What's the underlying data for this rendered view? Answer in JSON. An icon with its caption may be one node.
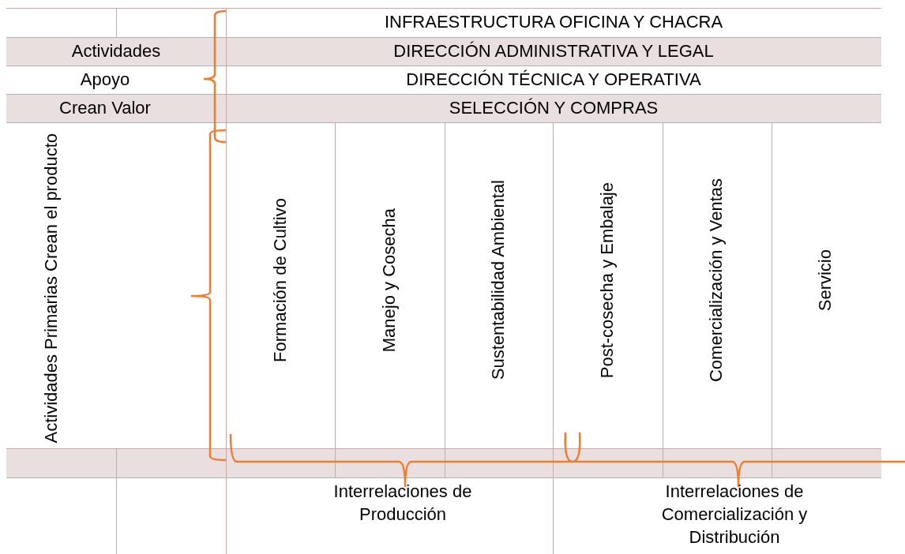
{
  "diagram": {
    "labels": [
      "INFRAESTRUCTURA OFICINA Y CHACRA",
      "Actividades",
      "DIRECCIÓN ADMINISTRATIVA Y LEGAL",
      "Apoyo",
      "DIRECCIÓN TÉCNICA Y OPERATIVA",
      "Crean Valor",
      "SELECCIÓN Y COMPRAS",
      "Actividades Primarias Crean el producto",
      "Formación de Cultivo",
      "Manejo y Cosecha",
      "Sustentabilidad Ambiental",
      "Post-cosecha y Embalaje",
      "Comercialización y Ventas",
      "Servicio",
      "Interrelaciones de Producción",
      "Interrelaciones de Comercialización y Distribución"
    ]
  }
}
